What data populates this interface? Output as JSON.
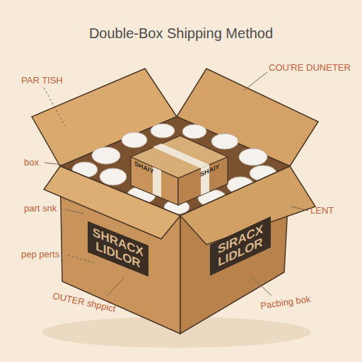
{
  "diagram": {
    "title": "Double-Box Shipping Method",
    "labels": [
      "PAR TISH",
      "COU'RE DUNETER",
      "box",
      "LENT",
      "part snk",
      "pep perts",
      "OUTER shppict",
      "Pacbing bok",
      "SHRACX LIDLOR",
      "SIRACX LIDLOR",
      "SHAIY",
      "SHAIY"
    ]
  }
}
